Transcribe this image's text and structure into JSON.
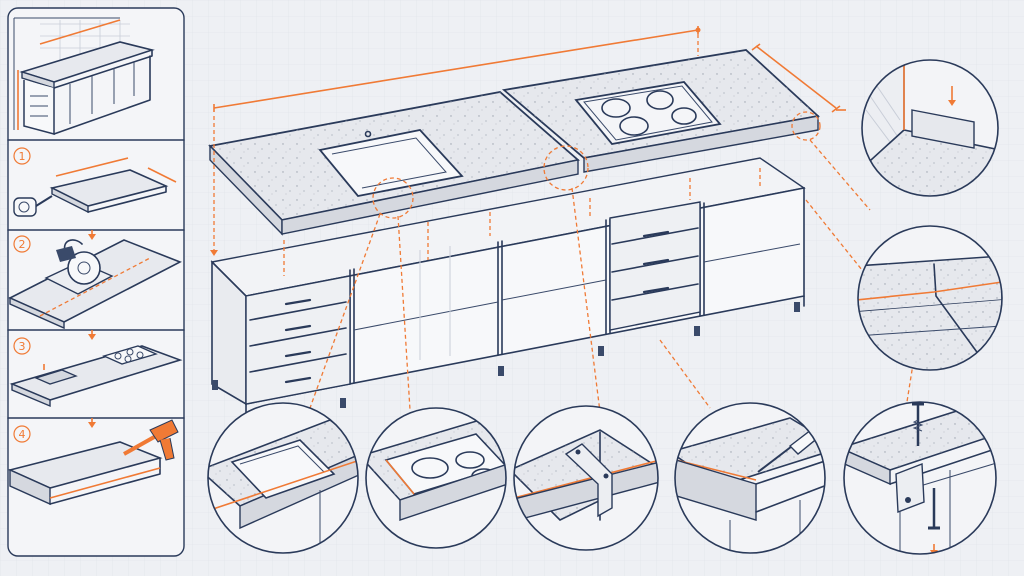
{
  "steps": [
    {
      "number": "1",
      "icon": "measuring-tape-icon"
    },
    {
      "number": "2",
      "icon": "circular-saw-icon"
    },
    {
      "number": "3",
      "icon": "cutout-icon"
    },
    {
      "number": "4",
      "icon": "sealant-gun-icon"
    }
  ],
  "colors": {
    "ink": "#2a3a5a",
    "accent": "#f07a35",
    "background": "#eef0f4"
  },
  "details": [
    "sink-cutout-detail",
    "hob-cutout-detail",
    "joint-bracket-detail",
    "edge-sealing-detail",
    "bracket-screw-detail",
    "wall-upstand-detail",
    "joint-seam-detail"
  ]
}
